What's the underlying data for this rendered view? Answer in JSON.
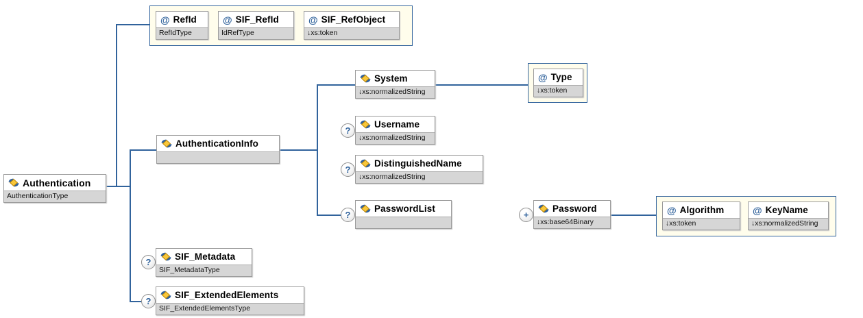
{
  "colors": {
    "connector": "#31639c",
    "accent": "#31639c",
    "container_bg": "#fffdec",
    "strip_bg": "#d6d6d6",
    "box_border": "#9b9b9b",
    "icon_blue": "#2d5f9e",
    "icon_yellow": "#f9c73a",
    "icon_yellow_border": "#b8860b"
  },
  "symbols": {
    "at": "@",
    "optional": "?",
    "repeat": "+"
  },
  "nodes": {
    "authentication": {
      "name": "Authentication",
      "type": "AuthenticationType"
    },
    "refid": {
      "name": "RefId",
      "type": "RefIdType"
    },
    "sif_refid": {
      "name": "SIF_RefId",
      "type": "IdRefType"
    },
    "sif_refobject": {
      "name": "SIF_RefObject",
      "type": "↓xs:token"
    },
    "authenticationinfo": {
      "name": "AuthenticationInfo",
      "type": ""
    },
    "system": {
      "name": "System",
      "type": "↓xs:normalizedString"
    },
    "type_attr": {
      "name": "Type",
      "type": "↓xs:token"
    },
    "username": {
      "name": "Username",
      "type": "↓xs:normalizedString"
    },
    "distinguishedname": {
      "name": "DistinguishedName",
      "type": "↓xs:normalizedString"
    },
    "passwordlist": {
      "name": "PasswordList",
      "type": ""
    },
    "password": {
      "name": "Password",
      "type": "↓xs:base64Binary"
    },
    "algorithm": {
      "name": "Algorithm",
      "type": "↓xs:token"
    },
    "keyname": {
      "name": "KeyName",
      "type": "↓xs:normalizedString"
    },
    "sif_metadata": {
      "name": "SIF_Metadata",
      "type": "SIF_MetadataType"
    },
    "sif_extendedelements": {
      "name": "SIF_ExtendedElements",
      "type": "SIF_ExtendedElementsType"
    }
  }
}
